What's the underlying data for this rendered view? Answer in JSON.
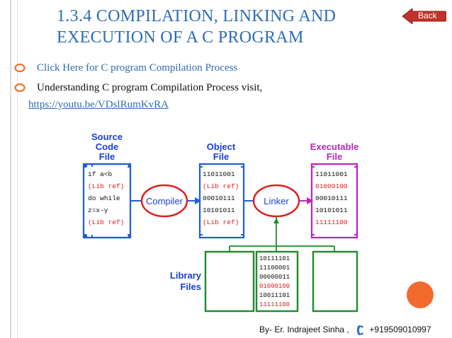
{
  "slide": {
    "title_line1": "1.3.4 COMPILATION, LINKING AND",
    "title_line2": "EXECUTION OF A C PROGRAM",
    "back_label": "Back",
    "bullets": [
      "Click Here for C program Compilation Process",
      "Understanding C program Compilation Process visit,"
    ],
    "link": "https://youtu.be/VDslRumKvRA",
    "footer_author": "By- Er. Indrajeet Sinha ,",
    "footer_phone": "+919509010997"
  },
  "diagram": {
    "source_label": [
      "Source",
      "Code",
      "File"
    ],
    "object_label": [
      "Object",
      "File"
    ],
    "executable_label": [
      "Executable",
      "File"
    ],
    "library_label": [
      "Library",
      "Files"
    ],
    "compiler_label": "Compiler",
    "linker_label": "Linker",
    "source_lines": [
      "if a<b",
      "(Lib ref)",
      "do while",
      "z=x-y",
      "(Lib ref)"
    ],
    "object_lines": [
      "11011001",
      "(Lib ref)",
      "00010111",
      "10101011",
      "(Lib ref)"
    ],
    "executable_lines": [
      "11011001",
      "01000100",
      "00010111",
      "10101011",
      "11111100"
    ],
    "library_lines": [
      "10111101",
      "11100001",
      "00000011",
      "01000100",
      "10011101",
      "11111100"
    ],
    "colors": {
      "title_blue": "#2e6db4",
      "box_blue": "#1f5fd0",
      "green": "#1e8c2a",
      "magenta": "#c020c0",
      "red": "#e02020",
      "label_blue": "#1a3fd6",
      "label_magenta": "#b12bb8"
    }
  }
}
